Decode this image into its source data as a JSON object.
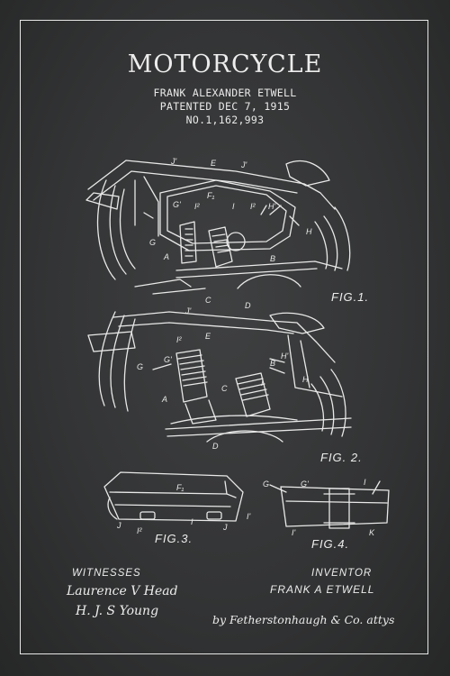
{
  "poster": {
    "title": "MOTORCYCLE",
    "inventor_line": "FRANK ALEXANDER ETWELL",
    "patent_date": "PATENTED DEC 7, 1915",
    "patent_number": "NO.1,162,993",
    "colors": {
      "background": "#333435",
      "ink": "#e8e8e8"
    }
  },
  "figures": {
    "fig1": "FIG.1.",
    "fig2": "FIG. 2.",
    "fig3": "FIG.3.",
    "fig4": "FIG.4."
  },
  "footer": {
    "witnesses_label": "WITNESSES",
    "witness_1": "Laurence V Head",
    "witness_2": "H. J. S Young",
    "inventor_label": "INVENTOR",
    "inventor_name": "FRANK A ETWELL",
    "attorney": "by Fetherstonhaugh & Co. attys"
  }
}
